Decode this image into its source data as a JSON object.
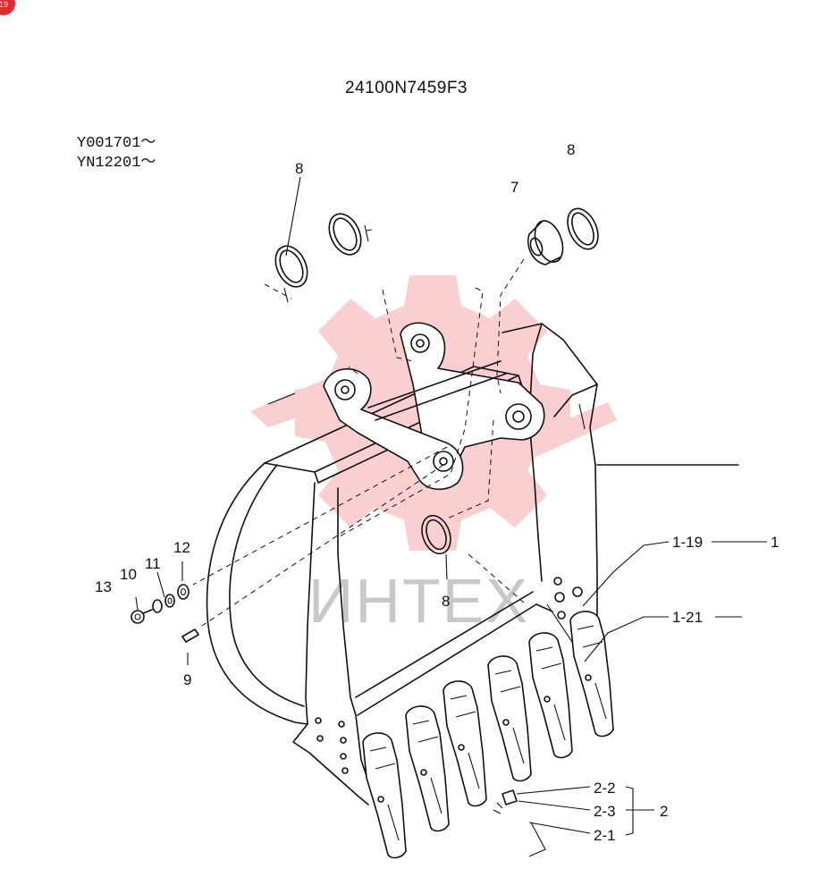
{
  "title": "24100N7459F3",
  "serials": [
    "Y001701～",
    "YN12201～"
  ],
  "badge_text": "19",
  "watermark": {
    "text": "ИНТЕХ",
    "color": "#e8262d"
  },
  "callouts": {
    "c8_tl": "8",
    "c8_tr": "8",
    "c7": "7",
    "c8_mid": "8",
    "c13": "13",
    "c10": "10",
    "c11": "11",
    "c12": "12",
    "c9": "9",
    "c1_19": "1-19",
    "c1": "1",
    "c1_21": "1-21",
    "c2_2": "2-2",
    "c2_3": "2-3",
    "c2_1": "2-1",
    "c2": "2"
  }
}
